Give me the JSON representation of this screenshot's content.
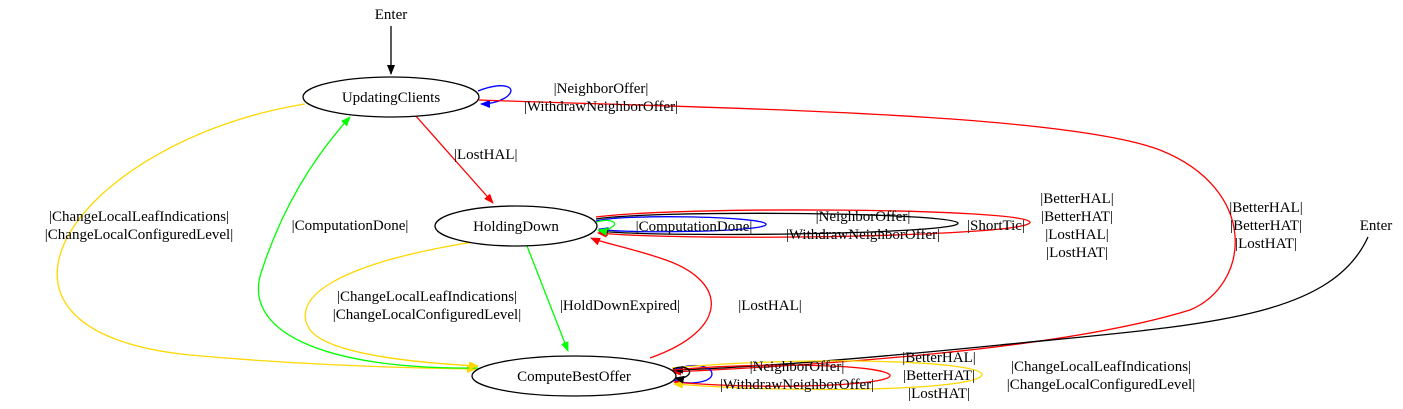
{
  "states": {
    "updating_clients": "UpdatingClients",
    "holding_down": "HoldingDown",
    "compute_best_offer": "ComputeBestOffer"
  },
  "entries": {
    "top": "Enter",
    "right": "Enter"
  },
  "labels": {
    "uc_self": [
      "|NeighborOffer|",
      "|WithdrawNeighborOffer|"
    ],
    "uc_to_hd": [
      "|LostHAL|"
    ],
    "uc_to_cbo": [
      "|ChangeLocalLeafIndications|",
      "|ChangeLocalConfiguredLevel|"
    ],
    "cbo_to_uc": [
      "|ComputationDone|"
    ],
    "hd_self_computation": [
      "|ComputationDone|"
    ],
    "hd_self_neighbor": [
      "|NeighborOffer|",
      "|WithdrawNeighborOffer|"
    ],
    "hd_self_shorttic": [
      "|ShortTic|"
    ],
    "hd_self_better": [
      "|BetterHAL|",
      "|BetterHAT|",
      "|LostHAL|",
      "|LostHAT|"
    ],
    "uc_to_cbo_right": [
      "|BetterHAL|",
      "|BetterHAT|",
      "|LostHAT|"
    ],
    "hd_to_cbo_change": [
      "|ChangeLocalLeafIndications|",
      "|ChangeLocalConfiguredLevel|"
    ],
    "hd_to_cbo_expired": [
      "|HoldDownExpired|"
    ],
    "cbo_to_hd": [
      "|LostHAL|"
    ],
    "cbo_self_neighbor": [
      "|NeighborOffer|",
      "|WithdrawNeighborOffer|"
    ],
    "cbo_self_better": [
      "|BetterHAL|",
      "|BetterHAT|",
      "|LostHAT|"
    ],
    "cbo_self_change": [
      "|ChangeLocalLeafIndications|",
      "|ChangeLocalConfiguredLevel|"
    ]
  },
  "colors": {
    "black": "#000000",
    "red": "#ff0000",
    "blue": "#0000ff",
    "green": "#00ff00",
    "gold": "#ffd700"
  }
}
